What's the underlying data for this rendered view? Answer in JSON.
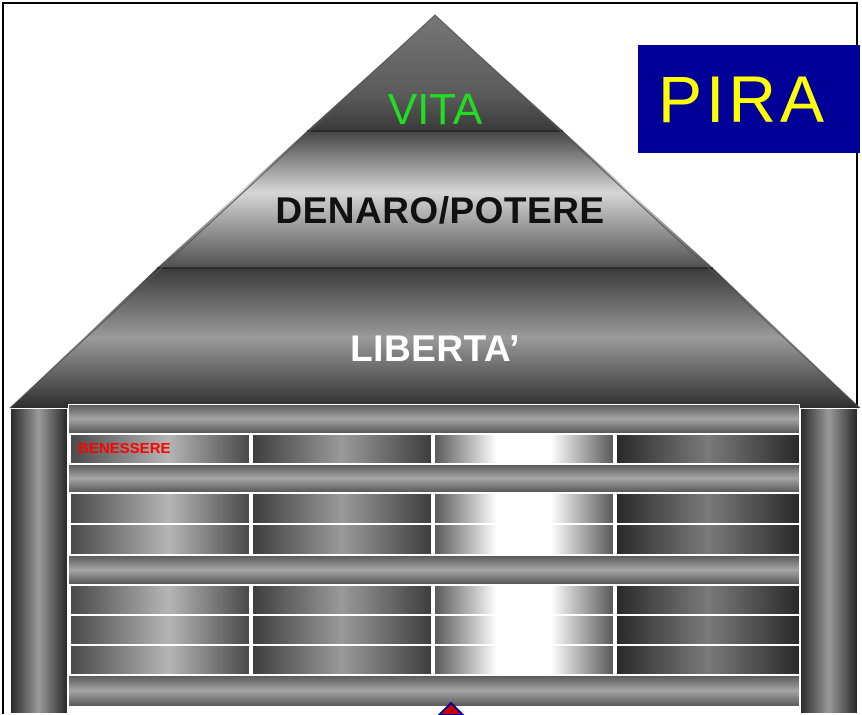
{
  "title": "PIRA",
  "roof_levels": [
    {
      "label": "VITA",
      "color": "#22dd22"
    },
    {
      "label": "DENARO/POTERE",
      "color": "#111111"
    },
    {
      "label": "LIBERTA’",
      "color": "#ffffff"
    }
  ],
  "base": {
    "first_cell_label": "BENESSERE",
    "first_cell_label_color": "#ff0000",
    "column_count": 4,
    "row_groups": [
      1,
      2,
      3
    ]
  },
  "colors": {
    "title_background": "#000099",
    "title_text": "#ffff00",
    "marker_fill": "#cc0000",
    "marker_outline": "#000099"
  }
}
